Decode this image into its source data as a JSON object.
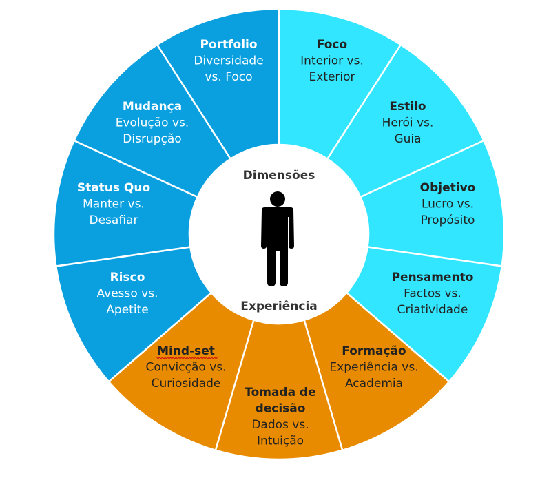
{
  "center": {
    "top_label": "Dimensões",
    "bottom_label": "Experiência",
    "icon": "person-icon"
  },
  "colors": {
    "blue_dark": "#0aa0e0",
    "blue_light": "#33e6ff",
    "orange": "#e98b00",
    "ring_border": "#ffffff",
    "center_fill": "#ffffff",
    "text_on_blue_dark": "#ffffff",
    "text_on_light": "#222222",
    "figure": "#000000"
  },
  "segments": [
    {
      "id": "foco",
      "title": "Foco",
      "lines": [
        "Interior vs.",
        "Exterior"
      ],
      "color": "blue_light"
    },
    {
      "id": "estilo",
      "title": "Estilo",
      "lines": [
        "Herói vs.",
        "Guia"
      ],
      "color": "blue_light"
    },
    {
      "id": "objetivo",
      "title": "Objetivo",
      "lines": [
        "Lucro vs.",
        "Propósito"
      ],
      "color": "blue_light"
    },
    {
      "id": "pensamento",
      "title": "Pensamento",
      "lines": [
        "Factos vs.",
        "Criatividade"
      ],
      "color": "blue_light"
    },
    {
      "id": "formacao",
      "title": "Formação",
      "lines": [
        "Experiência vs.",
        "Academia"
      ],
      "color": "orange"
    },
    {
      "id": "tomada-de-decisao",
      "title": "Tomada de",
      "title2": "decisão",
      "lines": [
        "Dados vs.",
        "Intuição"
      ],
      "color": "orange"
    },
    {
      "id": "mind-set",
      "title": "Mind-set",
      "lines": [
        "Convicção vs.",
        "Curiosidade"
      ],
      "color": "orange",
      "underline": true
    },
    {
      "id": "risco",
      "title": "Risco",
      "lines": [
        "Avesso vs.",
        "Apetite"
      ],
      "color": "blue_dark"
    },
    {
      "id": "status-quo",
      "title": "Status Quo",
      "lines": [
        "Manter vs.",
        "Desafiar"
      ],
      "color": "blue_dark"
    },
    {
      "id": "mudanca",
      "title": "Mudança",
      "lines": [
        "Evolução vs.",
        "Disrupção"
      ],
      "color": "blue_dark"
    },
    {
      "id": "portfolio",
      "title": "Portfolio",
      "lines": [
        "Diversidade",
        "vs. Foco"
      ],
      "color": "blue_dark"
    }
  ]
}
